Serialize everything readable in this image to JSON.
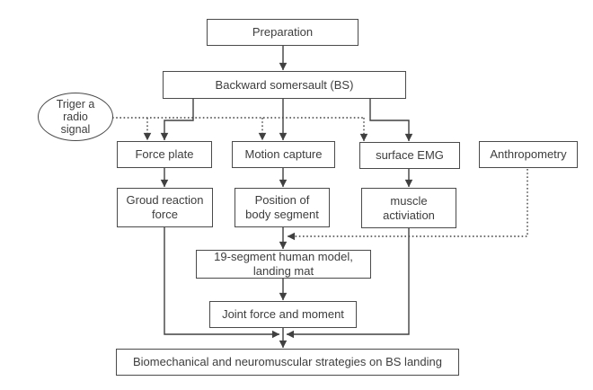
{
  "diagram": {
    "background_color": "#ffffff",
    "line_color": "#404040",
    "text_color": "#3d3d3d"
  },
  "nodes": {
    "preparation": {
      "label": "Preparation",
      "shape": "rect"
    },
    "backward_somersault": {
      "label": "Backward somersault (BS)",
      "shape": "rect"
    },
    "trigger_signal": {
      "label": "Triger a\nradio\nsignal",
      "shape": "ellipse"
    },
    "force_plate": {
      "label": "Force plate",
      "shape": "rect"
    },
    "motion_capture": {
      "label": "Motion capture",
      "shape": "rect"
    },
    "surface_emg": {
      "label": "surface EMG",
      "shape": "rect"
    },
    "anthropometry": {
      "label": "Anthropometry",
      "shape": "rect"
    },
    "ground_reaction_force": {
      "label": "Groud reaction\nforce",
      "shape": "rect"
    },
    "position_of_body_segment": {
      "label": "Position of\nbody segment",
      "shape": "rect"
    },
    "muscle_activation": {
      "label": "muscle\nactiviation",
      "shape": "rect"
    },
    "human_model": {
      "label": "19-segment human model,\nlanding mat",
      "shape": "rect"
    },
    "joint_force_moment": {
      "label": "Joint force and moment",
      "shape": "rect"
    },
    "conclusion": {
      "label": "Biomechanical and neuromuscular strategies on BS landing",
      "shape": "rect"
    }
  },
  "edges": [
    {
      "from": "preparation",
      "to": "backward_somersault",
      "style": "solid-arrow"
    },
    {
      "from": "backward_somersault",
      "to": "force_plate",
      "style": "solid-arrow"
    },
    {
      "from": "backward_somersault",
      "to": "motion_capture",
      "style": "solid-arrow"
    },
    {
      "from": "backward_somersault",
      "to": "surface_emg",
      "style": "solid-arrow"
    },
    {
      "from": "trigger_signal",
      "to": "force_plate",
      "style": "dotted-arrow"
    },
    {
      "from": "trigger_signal",
      "to": "motion_capture",
      "style": "dotted-arrow"
    },
    {
      "from": "trigger_signal",
      "to": "surface_emg",
      "style": "dotted-arrow"
    },
    {
      "from": "force_plate",
      "to": "ground_reaction_force",
      "style": "solid-arrow"
    },
    {
      "from": "motion_capture",
      "to": "position_of_body_segment",
      "style": "solid-arrow"
    },
    {
      "from": "surface_emg",
      "to": "muscle_activation",
      "style": "solid-arrow"
    },
    {
      "from": "position_of_body_segment",
      "to": "human_model",
      "style": "solid-arrow"
    },
    {
      "from": "anthropometry",
      "to": "human_model",
      "style": "dotted-arrow"
    },
    {
      "from": "human_model",
      "to": "joint_force_moment",
      "style": "solid-arrow"
    },
    {
      "from": "joint_force_moment",
      "to": "conclusion",
      "style": "solid-arrow"
    },
    {
      "from": "ground_reaction_force",
      "to": "conclusion",
      "style": "solid-arrow"
    },
    {
      "from": "muscle_activation",
      "to": "conclusion",
      "style": "solid-arrow"
    }
  ]
}
